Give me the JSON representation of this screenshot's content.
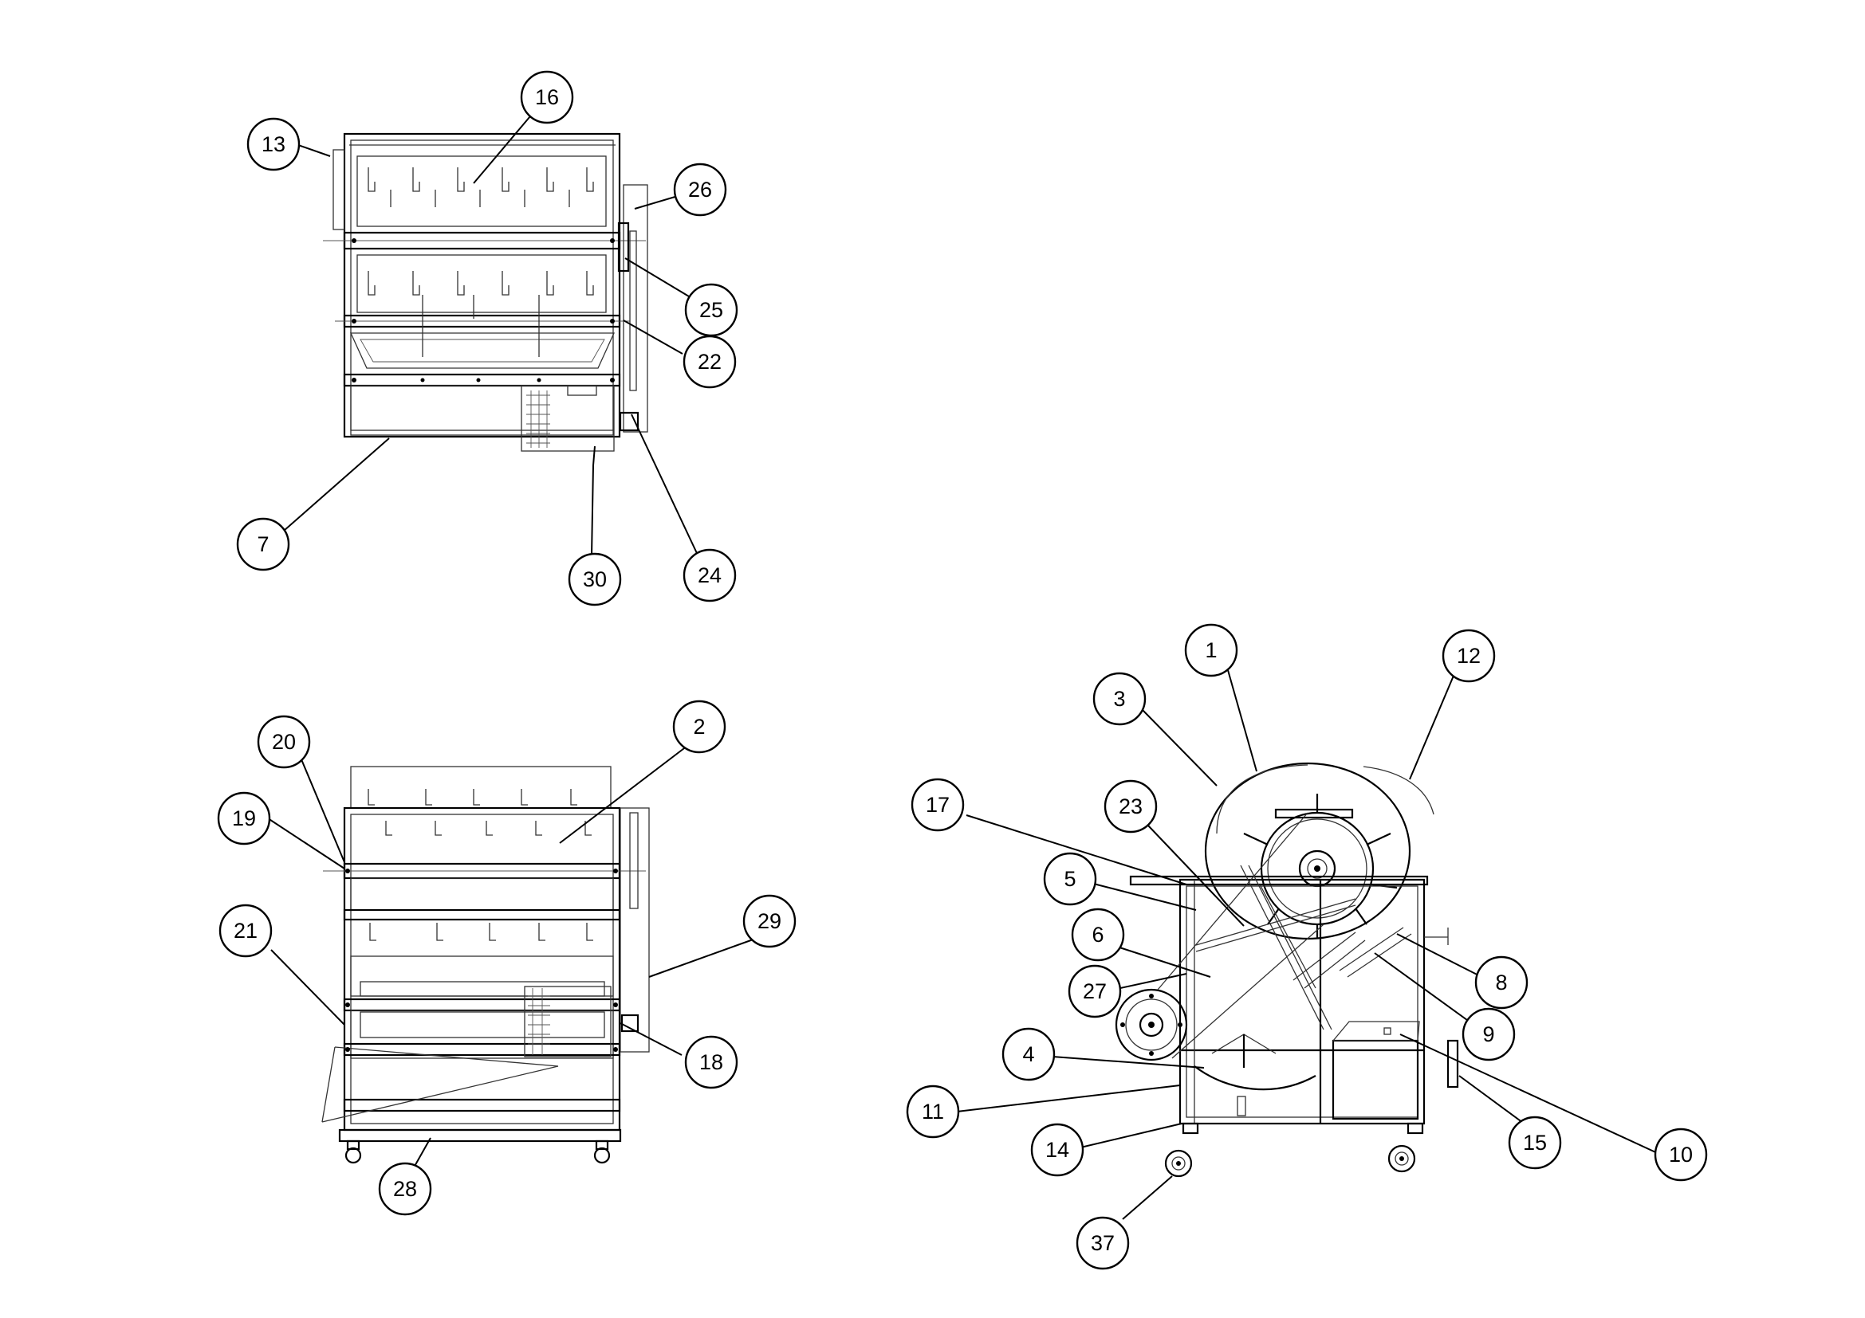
{
  "drawing": {
    "views": [
      "front-view",
      "rear-view",
      "side-view"
    ],
    "callouts": {
      "c1": "1",
      "c2": "2",
      "c3": "3",
      "c4": "4",
      "c5": "5",
      "c6": "6",
      "c7": "7",
      "c8": "8",
      "c9": "9",
      "c10": "10",
      "c11": "11",
      "c12": "12",
      "c13": "13",
      "c14": "14",
      "c15": "15",
      "c16": "16",
      "c17": "17",
      "c18": "18",
      "c19": "19",
      "c20": "20",
      "c21": "21",
      "c22": "22",
      "c23": "23",
      "c24": "24",
      "c25": "25",
      "c26": "26",
      "c27": "27",
      "c28": "28",
      "c29": "29",
      "c30": "30",
      "c37": "37"
    }
  }
}
